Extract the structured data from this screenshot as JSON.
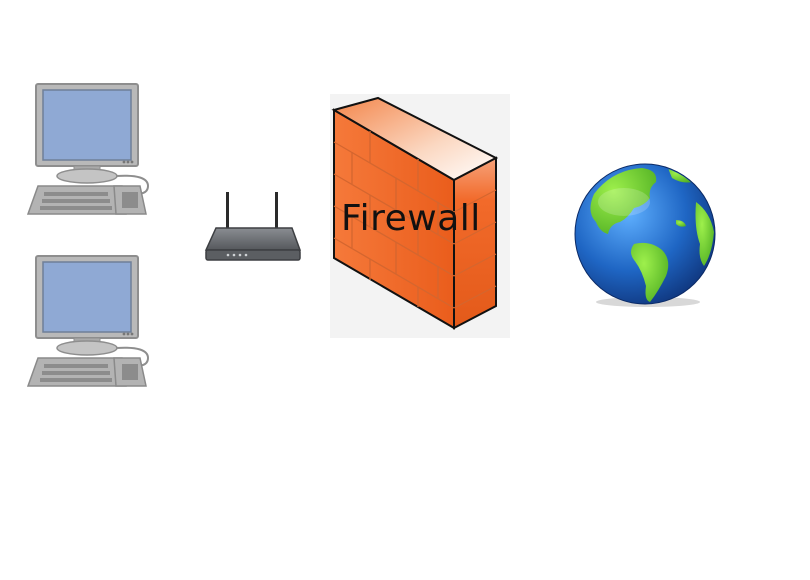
{
  "diagram": {
    "firewall_label": "Firewall",
    "nodes": [
      {
        "id": "computer-1",
        "icon": "desktop-computer-icon"
      },
      {
        "id": "computer-2",
        "icon": "desktop-computer-icon"
      },
      {
        "id": "router",
        "icon": "wireless-router-icon"
      },
      {
        "id": "firewall",
        "icon": "brick-firewall-icon"
      },
      {
        "id": "internet",
        "icon": "globe-icon"
      }
    ]
  },
  "colors": {
    "monitor_frame": "#bdbdbd",
    "screen": "#8fa9d4",
    "router_body": "#6b6e72",
    "firewall_orange": "#f06a28",
    "globe_ocean": "#1f5fb8",
    "globe_land": "#78d437",
    "background": "#ffffff"
  }
}
